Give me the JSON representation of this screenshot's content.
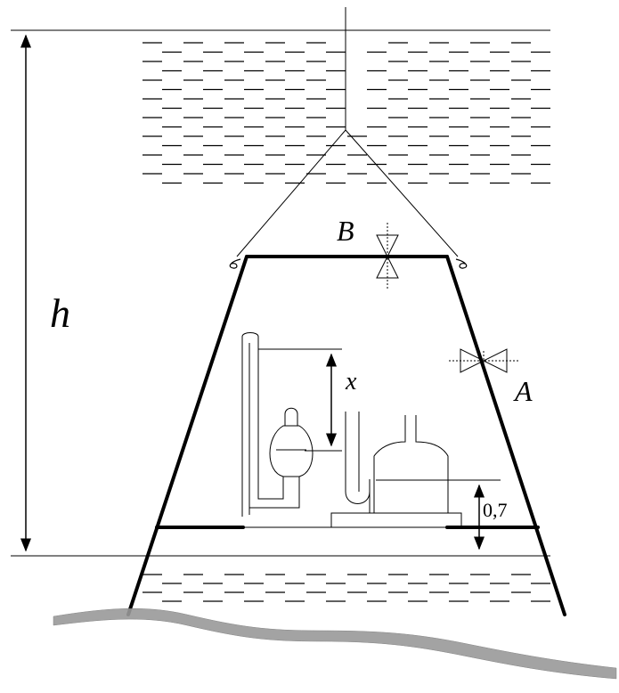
{
  "labels": {
    "h": "h",
    "B": "B",
    "A": "A",
    "x": "x",
    "depth": "0,7"
  },
  "colors": {
    "ink": "#000000",
    "seabed": "#9a9a9a"
  }
}
